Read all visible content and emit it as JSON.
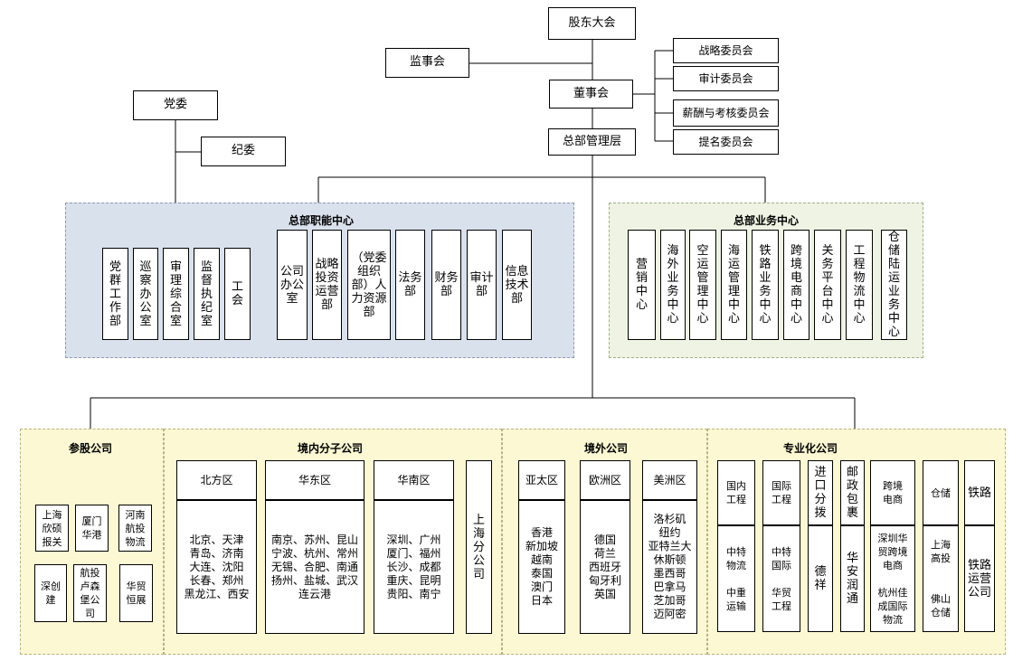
{
  "top": {
    "shareholders": "股东大会",
    "supervisors": "监事会",
    "board": "董事会",
    "management": "总部管理层",
    "committees": [
      "战略委员会",
      "审计委员会",
      "薪酬与考核委员会",
      "提名委员会"
    ],
    "party": "党委",
    "discipline": "纪委"
  },
  "functional": {
    "title": "总部职能中心",
    "party_depts": [
      "党群工作部",
      "巡察办公室",
      "审理综合室",
      "监督执纪室",
      "工会"
    ],
    "depts": [
      "公司办公室",
      "战略投资运营部",
      "（党委组织部）人力资源部",
      "法务部",
      "财务部",
      "审计部",
      "信息技术部"
    ]
  },
  "business": {
    "title": "总部业务中心",
    "centers": [
      "营销中心",
      "海外业务中心",
      "空运管理中心",
      "海运管理中心",
      "铁路业务中心",
      "跨境电商中心",
      "关务平台中心",
      "工程物流中心",
      "仓储陆运业务中心"
    ]
  },
  "equity": {
    "title": "参股公司",
    "items": [
      "上海欣硕报关",
      "厦门华港",
      "河南航投物流",
      "深创建",
      "航投卢森堡公司",
      "华贸恒展"
    ]
  },
  "domestic": {
    "title": "境内分子公司",
    "regions": [
      {
        "name": "北方区",
        "cities": "北京、天津\n青岛、济南\n大连、沈阳\n长春、郑州\n黑龙江、西安"
      },
      {
        "name": "华东区",
        "cities": "南京、苏州、昆山\n宁波、杭州、常州\n无锡、合肥、南通\n扬州、盐城、武汉\n连云港"
      },
      {
        "name": "华南区",
        "cities": "深圳、广州\n厦门、福州\n长沙、成都\n重庆、昆明\n贵阳、南宁"
      }
    ],
    "shanghai": "上海分公司"
  },
  "overseas": {
    "title": "境外公司",
    "regions": [
      {
        "name": "亚太区",
        "cities": "香港\n新加坡\n越南\n泰国\n澳门\n日本"
      },
      {
        "name": "欧洲区",
        "cities": "德国\n荷兰\n西班牙\n匈牙利\n英国"
      },
      {
        "name": "美洲区",
        "cities": "洛杉矶\n纽约\n亚特兰大\n休斯顿\n墨西哥\n巴拿马\n芝加哥\n迈阿密"
      }
    ]
  },
  "specialized": {
    "title": "专业化公司",
    "columns": [
      {
        "head": "国内\n工程",
        "body": "中特\n物流\n\n中重\n运输"
      },
      {
        "head": "国际\n工程",
        "body": "中特\n国际\n\n华贸\n工程"
      },
      {
        "head": "进口分拨",
        "body": "德祥"
      },
      {
        "head": "邮政包裹",
        "body": "华安润通"
      },
      {
        "head": "跨境\n电商",
        "body": "深圳华\n贸跨境\n电商\n\n杭州佳\n成国际\n物流"
      },
      {
        "head": "仓储",
        "body": "上海\n高投\n\n\n佛山\n仓储"
      },
      {
        "head": "铁路",
        "body": "铁路运营公司"
      }
    ]
  }
}
